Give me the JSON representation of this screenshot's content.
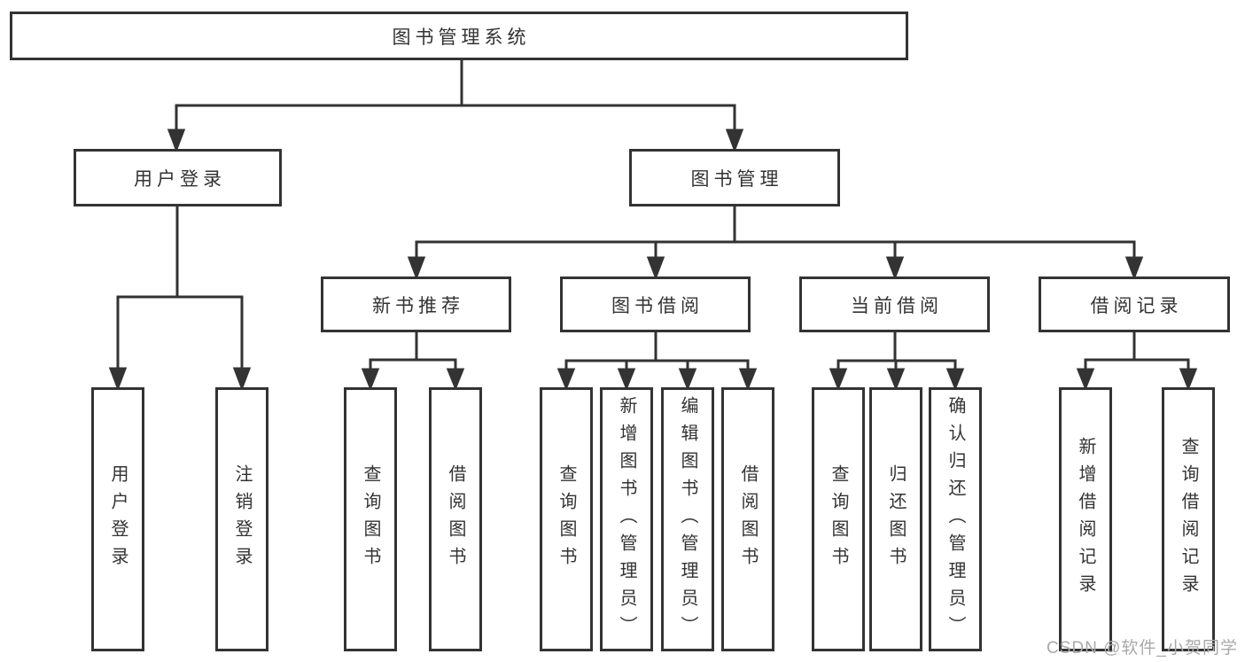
{
  "colors": {
    "line": "#333333",
    "text": "#333333",
    "background": "#ffffff",
    "watermark_gray": "#a9a9a9"
  },
  "nodes": {
    "root": "图书管理系统",
    "level1": [
      "用户登录",
      "图书管理"
    ],
    "level2": [
      "新书推荐",
      "图书借阅",
      "当前借阅",
      "借阅记录"
    ],
    "leaves": [
      "用户登录",
      "注销登录",
      "查询图书",
      "借阅图书",
      "查询图书",
      "新增图书（管理员）",
      "编辑图书（管理员）",
      "借阅图书",
      "查询图书",
      "归还图书",
      "确认归还（管理员）",
      "新增借阅记录",
      "查询借阅记录"
    ]
  },
  "hierarchy": {
    "图书管理系统": [
      "用户登录",
      "图书管理"
    ],
    "用户登录": [
      "用户登录",
      "注销登录"
    ],
    "图书管理": [
      "新书推荐",
      "图书借阅",
      "当前借阅",
      "借阅记录"
    ],
    "新书推荐": [
      "查询图书",
      "借阅图书"
    ],
    "图书借阅": [
      "查询图书",
      "新增图书（管理员）",
      "编辑图书（管理员）",
      "借阅图书"
    ],
    "当前借阅": [
      "查询图书",
      "归还图书",
      "确认归还（管理员）"
    ],
    "借阅记录": [
      "新增借阅记录",
      "查询借阅记录"
    ]
  },
  "watermark": {
    "text": "CSDN @软件_小贺同学"
  }
}
